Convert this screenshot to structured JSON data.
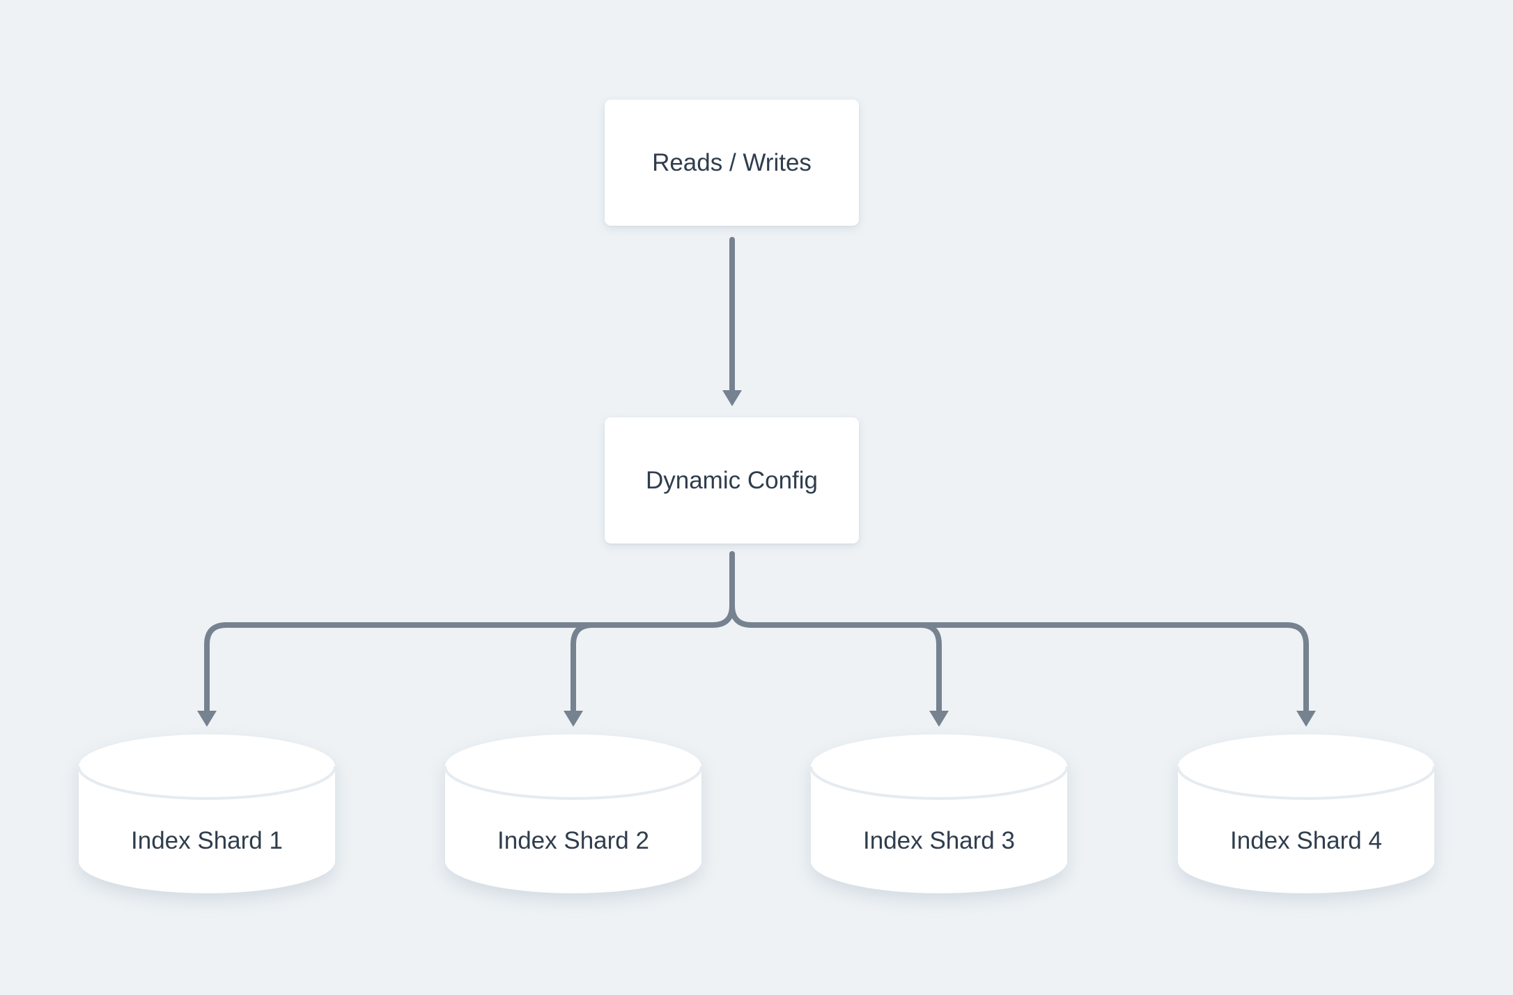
{
  "nodes": [
    {
      "id": "reads-writes",
      "label": "Reads / Writes",
      "shape": "rectangle"
    },
    {
      "id": "dynamic-config",
      "label": "Dynamic Config",
      "shape": "rectangle"
    },
    {
      "id": "shard-1",
      "label": "Index Shard 1",
      "shape": "cylinder"
    },
    {
      "id": "shard-2",
      "label": "Index Shard 2",
      "shape": "cylinder"
    },
    {
      "id": "shard-3",
      "label": "Index Shard 3",
      "shape": "cylinder"
    },
    {
      "id": "shard-4",
      "label": "Index Shard 4",
      "shape": "cylinder"
    }
  ],
  "edges": [
    {
      "from": "reads-writes",
      "to": "dynamic-config"
    },
    {
      "from": "dynamic-config",
      "to": "shard-1"
    },
    {
      "from": "dynamic-config",
      "to": "shard-2"
    },
    {
      "from": "dynamic-config",
      "to": "shard-3"
    },
    {
      "from": "dynamic-config",
      "to": "shard-4"
    }
  ],
  "colors": {
    "background": "#eef2f5",
    "connector": "#76828F",
    "node_fill": "#ffffff",
    "node_text": "#2F3D4C",
    "cylinder_edge": "#e6ebf0"
  }
}
